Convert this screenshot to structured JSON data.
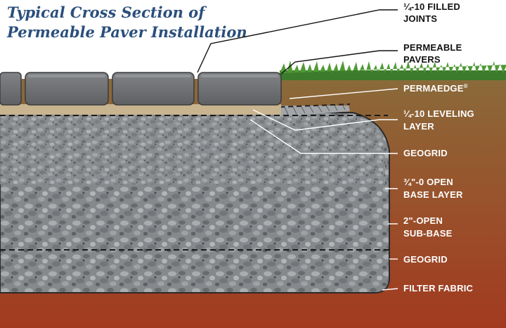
{
  "title": {
    "line1": "Typical Cross Section of",
    "line2": "Permeable Paver Installation"
  },
  "labels": {
    "filled_joints_1": "¼-10 FILLED",
    "filled_joints_2": "JOINTS",
    "pavers_1": "PERMEABLE",
    "pavers_2": "PAVERS",
    "permaedge": "PERMAEDGE",
    "permaedge_mark": "®",
    "leveling_1": "¼-10 LEVELING",
    "leveling_2": "LAYER",
    "geogrid_top": "GEOGRID",
    "base_1": "¾\"-0 OPEN",
    "base_2": "BASE LAYER",
    "subbase_1": "2\"-OPEN",
    "subbase_2": "SUB-BASE",
    "geogrid_bottom": "GEOGRID",
    "filter_fabric": "FILTER FABRIC"
  },
  "colors": {
    "soil_top": "#8a6a3a",
    "soil_bottom": "#9e3a22",
    "grass": "#3f7a2e",
    "paver": "#6d6f72",
    "leveling_sand": "#c8b48e",
    "gravel": "#7f8386"
  }
}
